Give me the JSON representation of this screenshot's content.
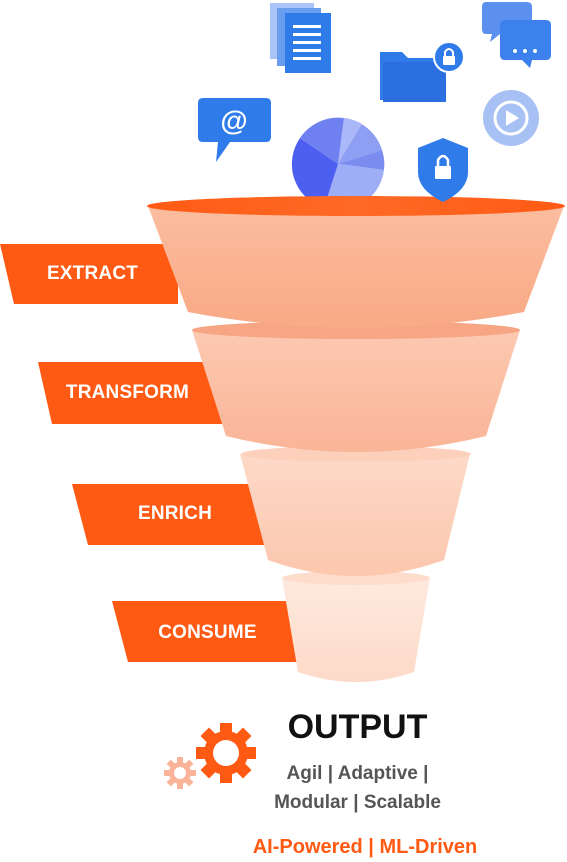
{
  "stages": [
    {
      "label": "EXTRACT"
    },
    {
      "label": "TRANSFORM"
    },
    {
      "label": "ENRICH"
    },
    {
      "label": "CONSUME"
    }
  ],
  "output": {
    "title": "OUTPUT",
    "line1": "Agil | Adaptive |",
    "line2": "Modular | Scalable",
    "tagline": "AI-Powered | ML-Driven"
  },
  "icons": [
    "documents-icon",
    "chat-bubbles-icon",
    "email-at-icon",
    "locked-folder-icon",
    "pie-chart-icon",
    "play-button-icon",
    "security-shield-icon",
    "gear-icon",
    "small-gear-icon"
  ],
  "colors": {
    "accent": "#ff5a14",
    "funnel_rim": "#ff5a14",
    "tier1": "#fbb89a",
    "tier2": "#fcc6ad",
    "tier3": "#fdd7c4",
    "tier4": "#fee6d9",
    "icon_blue": "#2f7bea",
    "text_dark": "#111111",
    "text_gray": "#555555"
  }
}
